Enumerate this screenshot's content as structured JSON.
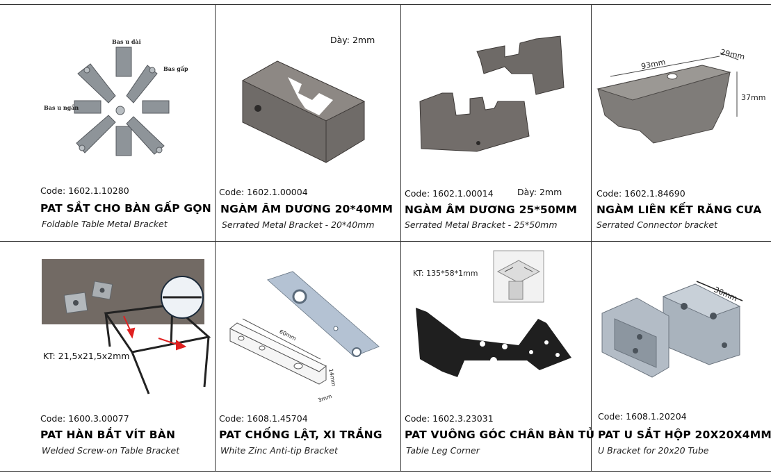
{
  "products": [
    {
      "code": "Code: 1602.1.10280",
      "title": "PAT  SẮT CHO BÀN GẤP GỌN",
      "subtitle": "Foldable Table Metal Bracket",
      "labels": {
        "long": "Bas u dài",
        "fold": "Bas gấp",
        "short": "Bas u ngắn"
      }
    },
    {
      "code": "Code: 1602.1.00004",
      "title": "NGÀM ÂM DƯƠNG 20*40MM",
      "subtitle": "Serrated Metal Bracket - 20*40mm",
      "note": "Dày: 2mm"
    },
    {
      "code": "Code: 1602.1.00014",
      "title": "NGÀM ÂM DƯƠNG 25*50MM",
      "subtitle": "Serrated Metal Bracket - 25*50mm",
      "note": "Dày: 2mm"
    },
    {
      "code": "Code: 1602.1.84690",
      "title": "NGÀM LIÊN KẾT RĂNG CƯA",
      "subtitle": "Serrated Connector bracket",
      "dims": {
        "length": "93mm",
        "width": "29mm",
        "height": "37mm"
      }
    },
    {
      "code": "Code: 1600.3.00077",
      "title": "PAT HÀN BẮT VÍT BÀN",
      "subtitle": "Welded Screw-on Table Bracket",
      "note": "KT: 21,5x21,5x2mm"
    },
    {
      "code": "Code: 1608.1.45704",
      "title": "PAT CHỐNG LẬT, XI TRẮNG",
      "subtitle": "White Zinc Anti-tip Bracket",
      "dims": {
        "length": "60mm",
        "width": "14mm",
        "thick": "3mm"
      }
    },
    {
      "code": "Code: 1602.3.23031",
      "title": "PAT VUÔNG GÓC CHÂN BÀN TỦ",
      "subtitle": "Table Leg Corner",
      "note": "KT: 135*58*1mm"
    },
    {
      "code": "Code: 1608.1.20204",
      "title": "PAT U SẮT HỘP 20X20X4MM",
      "subtitle": "U Bracket for 20x20 Tube",
      "dims": {
        "length": "30mm"
      }
    }
  ]
}
